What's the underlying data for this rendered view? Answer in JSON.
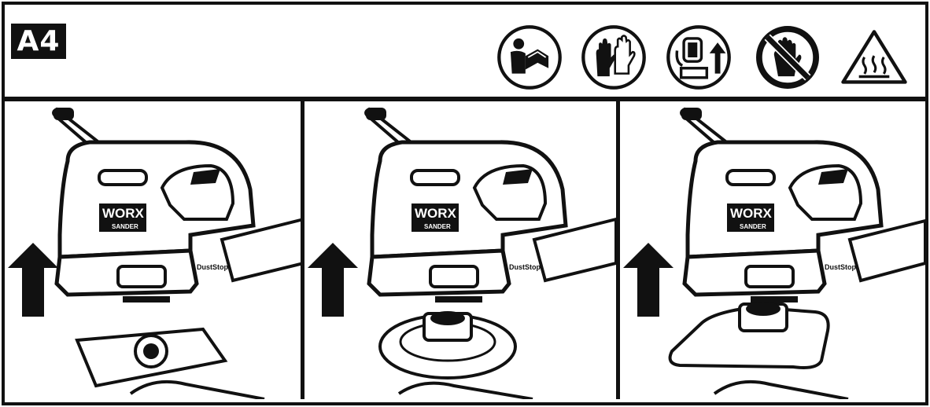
{
  "header": {
    "step_label": "A4",
    "icons": [
      "read-manual-icon",
      "wear-gloves-icon",
      "remove-battery-icon",
      "no-touch-icon",
      "hot-surface-warning-icon"
    ]
  },
  "panels": [
    {
      "pad": "rectangular-pad",
      "brand": "WORX",
      "sub": "SANDER",
      "dust": "DustStop"
    },
    {
      "pad": "round-pad",
      "brand": "WORX",
      "sub": "SANDER",
      "dust": "DustStop"
    },
    {
      "pad": "detail-pad",
      "brand": "WORX",
      "sub": "SANDER",
      "dust": "DustStop"
    }
  ],
  "colors": {
    "ink": "#111111",
    "paper": "#ffffff"
  }
}
